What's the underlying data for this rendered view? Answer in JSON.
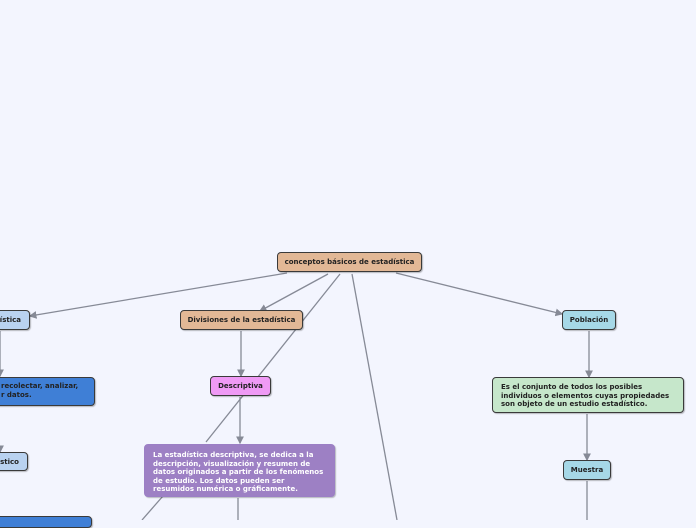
{
  "colors": {
    "background": "#f3f5fe",
    "line": "#868a96",
    "root_fill": "#e2b896",
    "division_fill": "#e2b896",
    "blue_light": "#b9d2f0",
    "blue_dark": "#3f7fd6",
    "cyan": "#a6d8e7",
    "pink": "#ef9af5",
    "purple": "#9d80c4",
    "green": "#c6e7cb"
  },
  "nodes": {
    "root": "conceptos básicos de estadística",
    "estadistica": "dística",
    "divisiones": "Divisiones de la estadística",
    "poblacion": "Población",
    "recolectar": "recolectar, analizar,\nr datos.",
    "descriptiva": "Descriptiva",
    "poblacion_def": "Es el conjunto de todos los posibles individuos o elementos cuyas propiedades son objeto de un estudio estadístico.",
    "descriptiva_def": "La estadística descriptiva, se dedica a la descripción, visualización y resumen de datos originados a partir de los fenómenos de estudio. Los datos pueden ser resumidos numérica o gráficamente.",
    "estico": "stico",
    "muestra": "Muestra"
  }
}
